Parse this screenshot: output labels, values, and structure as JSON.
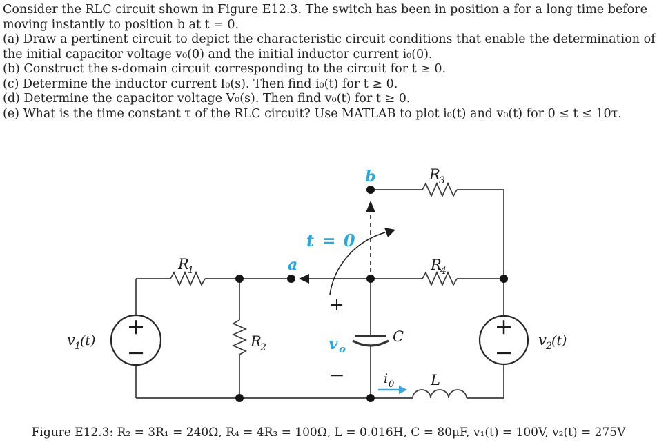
{
  "problem": {
    "lines": [
      "Consider the RLC circuit shown in Figure E12.3. The switch has been in position a for a long time before",
      "moving instantly to position b at t = 0.",
      "(a) Draw a pertinent circuit to depict the characteristic circuit conditions that enable the determination of",
      "the initial capacitor voltage v₀(0) and the initial inductor current i₀(0).",
      "(b) Construct the s-domain circuit corresponding to the circuit for t ≥ 0.",
      "(c) Determine the inductor current I₀(s). Then find i₀(t) for t ≥ 0.",
      "(d) Determine the capacitor voltage V₀(s). Then find v₀(t) for t ≥ 0.",
      "(e) What is the time constant τ of the RLC circuit? Use MATLAB to plot i₀(t) and v₀(t) for 0 ≤ t ≤ 10τ."
    ]
  },
  "figure": {
    "caption": "Figure E12.3:  R₂ = 3R₁ = 240Ω,  R₄ = 4R₃ = 100Ω,  L = 0.016H,  C = 80μF,  v₁(t) = 100V,  v₂(t) = 275V",
    "labels": {
      "r1": {
        "base": "R",
        "sub": "1"
      },
      "r2": {
        "base": "R",
        "sub": "2"
      },
      "r3": {
        "base": "R",
        "sub": "3"
      },
      "r4": {
        "base": "R",
        "sub": "4"
      },
      "cap": "C",
      "ind": "L",
      "i0": {
        "base": "i",
        "sub": "0"
      },
      "vo": {
        "base": "v",
        "sub": "o"
      },
      "v1": {
        "base": "v",
        "sub": "1",
        "suffix": "(t)"
      },
      "v2": {
        "base": "v",
        "sub": "2",
        "suffix": "(t)"
      },
      "switch_a": "a",
      "switch_b": "b",
      "switch_time": "t = 0",
      "cap_plus": "+",
      "cap_minus": "−",
      "src_plus": "+",
      "src_minus": "−"
    },
    "colors": {
      "accent_cyan": "#29a8e0",
      "arrow_blue": "#3fa3dc",
      "wire": "#3b3b3b"
    }
  }
}
